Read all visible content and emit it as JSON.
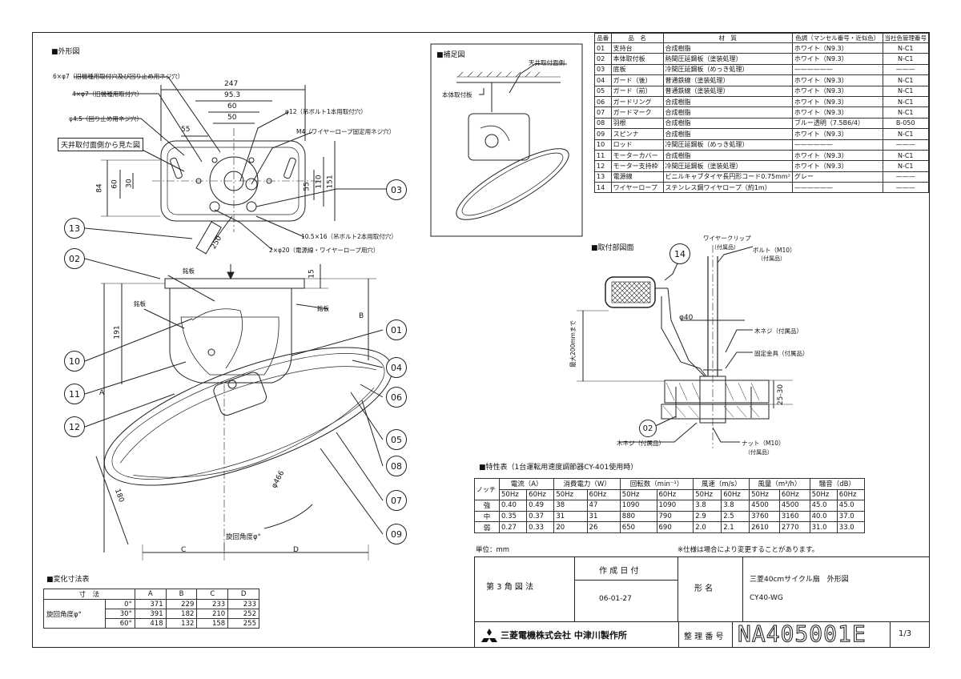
{
  "sections": {
    "outline": "■外形図",
    "supplement": "■補足図",
    "mounting": "■取付部図面",
    "spec": "■特性表（1台運転用速度調節器CY-401使用時）",
    "variable": "■変化寸法表"
  },
  "outline_labels": {
    "hole6": "6×φ7（旧機種用取付穴及び回り止め用ネジ穴）",
    "hole4": "4×φ7（旧機種用取付穴）",
    "hole45": "φ4.5（回り止め用ネジ穴）",
    "viewed_from": "天井取付面側から見た図",
    "phi12": "φ12（吊ボルト1本用取付穴）",
    "m4": "M4（ワイヤーロープ固定用ネジ穴）",
    "slot": "10.5×16（吊ボルト2本用取付穴）",
    "hole20": "2×φ20（電源線・ワイヤーロープ用穴）",
    "nameplate1": "銘板",
    "nameplate2": "銘板",
    "nameplate3": "銘板",
    "rotation": "旋回角度φ°",
    "d247": "247",
    "d953": "95.3",
    "d60": "60",
    "d50": "50",
    "d55a": "55",
    "d84": "84",
    "d60v": "60",
    "d30": "30",
    "d55b": "55",
    "d110": "110",
    "d151": "151",
    "d250": "250",
    "d15": "15",
    "d191": "191",
    "dA": "A",
    "dB": "B",
    "d180": "180",
    "d466": "φ466",
    "dC": "C",
    "dD": "D"
  },
  "callouts": [
    "01",
    "02",
    "03",
    "04",
    "05",
    "06",
    "07",
    "08",
    "09",
    "10",
    "11",
    "12",
    "13"
  ],
  "supplement_labels": {
    "ceiling": "天井取付面側",
    "body_plate": "本体取付板"
  },
  "mounting_labels": {
    "callout14": "14",
    "callout02": "02",
    "wire_clip": "ワイヤークリップ",
    "included1": "（付属品）",
    "bolt": "ボルト（M10）",
    "included2": "（付属品）",
    "phi40": "φ40",
    "screw": "木ネジ（付属品）",
    "bracket": "固定金具（付属品）",
    "max200": "最大200mmまで",
    "d2530": "25-30",
    "screw2": "木ネジ（付属品）",
    "nut": "ナット（M10）",
    "included3": "（付属品）"
  },
  "parts_table": {
    "headers": [
      "品番",
      "品　名",
      "材　質",
      "色調（マンセル番号・近似色）",
      "当社色管理番号"
    ],
    "rows": [
      [
        "01",
        "支持台",
        "合成樹脂",
        "ホワイト（N9.3）",
        "N-C1"
      ],
      [
        "02",
        "本体取付板",
        "熱間圧延鋼板（塗装処理）",
        "ホワイト（N9.3）",
        "N-C1"
      ],
      [
        "03",
        "底板",
        "冷間圧延鋼板（めっき処理）",
        "——————",
        "———"
      ],
      [
        "04",
        "ガード（後）",
        "普通鉄線（塗装処理）",
        "ホワイト（N9.3）",
        "N-C1"
      ],
      [
        "05",
        "ガード（前）",
        "普通鉄線（塗装処理）",
        "ホワイト（N9.3）",
        "N-C1"
      ],
      [
        "06",
        "ガードリング",
        "合成樹脂",
        "ホワイト（N9.3）",
        "N-C1"
      ],
      [
        "07",
        "ガードマーク",
        "合成樹脂",
        "ホワイト（N9.3）",
        "N-C1"
      ],
      [
        "08",
        "羽根",
        "合成樹脂",
        "ブルー透明（7.5B6/4）",
        "B-050"
      ],
      [
        "09",
        "スピンナ",
        "合成樹脂",
        "ホワイト（N9.3）",
        "N-C1"
      ],
      [
        "10",
        "ロッド",
        "冷間圧延鋼板（めっき処理）",
        "——————",
        "———"
      ],
      [
        "11",
        "モーターカバー",
        "合成樹脂",
        "ホワイト（N9.3）",
        "N-C1"
      ],
      [
        "12",
        "モーター支持枠",
        "冷間圧延鋼板（塗装処理）",
        "ホワイト（N9.3）",
        "N-C1"
      ],
      [
        "13",
        "電源線",
        "ビニルキャブタイヤ長円形コード0.75mm²",
        "グレー",
        "———"
      ],
      [
        "14",
        "ワイヤーロープ",
        "ステンレス鋼ワイヤロープ（約1m）",
        "——————",
        "———"
      ]
    ]
  },
  "spec_table": {
    "notch": "ノッチ",
    "groups": [
      "電流（A）",
      "消費電力（W）",
      "回転数（min⁻¹）",
      "風速（m/s）",
      "風量（m³/h）",
      "騒音（dB）"
    ],
    "hz": [
      "50Hz",
      "60Hz"
    ],
    "rows": [
      {
        "notch": "強",
        "values": [
          "0.40",
          "0.49",
          "38",
          "47",
          "1090",
          "1090",
          "3.8",
          "3.8",
          "4500",
          "4500",
          "45.0",
          "45.0"
        ]
      },
      {
        "notch": "中",
        "values": [
          "0.35",
          "0.37",
          "31",
          "31",
          "880",
          "790",
          "2.9",
          "2.5",
          "3760",
          "3160",
          "40.0",
          "37.0"
        ]
      },
      {
        "notch": "弱",
        "values": [
          "0.27",
          "0.33",
          "20",
          "26",
          "650",
          "690",
          "2.0",
          "2.1",
          "2610",
          "2770",
          "31.0",
          "33.0"
        ]
      }
    ],
    "unit": "単位：mm",
    "note": "※仕様は場合により変更することがあります。"
  },
  "variable_table": {
    "headers": [
      "寸　法",
      "A",
      "B",
      "C",
      "D"
    ],
    "angle_label": "旋回角度φ°",
    "rows": [
      [
        "0°",
        "371",
        "229",
        "233",
        "233"
      ],
      [
        "30°",
        "391",
        "182",
        "210",
        "252"
      ],
      [
        "60°",
        "418",
        "132",
        "158",
        "255"
      ]
    ]
  },
  "title_block": {
    "projection": "第 3 角 図 法",
    "created_label": "作 成 日 付",
    "created_date": "06-01-27",
    "form_label": "形 名",
    "product_name": "三菱40cmサイクル扇　外形図",
    "model": "CY40-WG",
    "company": "三菱電機株式会社 中津川製作所",
    "drawing_no_label": "整 理 番 号",
    "drawing_no": "NA405001E",
    "sheet": "1/3"
  }
}
